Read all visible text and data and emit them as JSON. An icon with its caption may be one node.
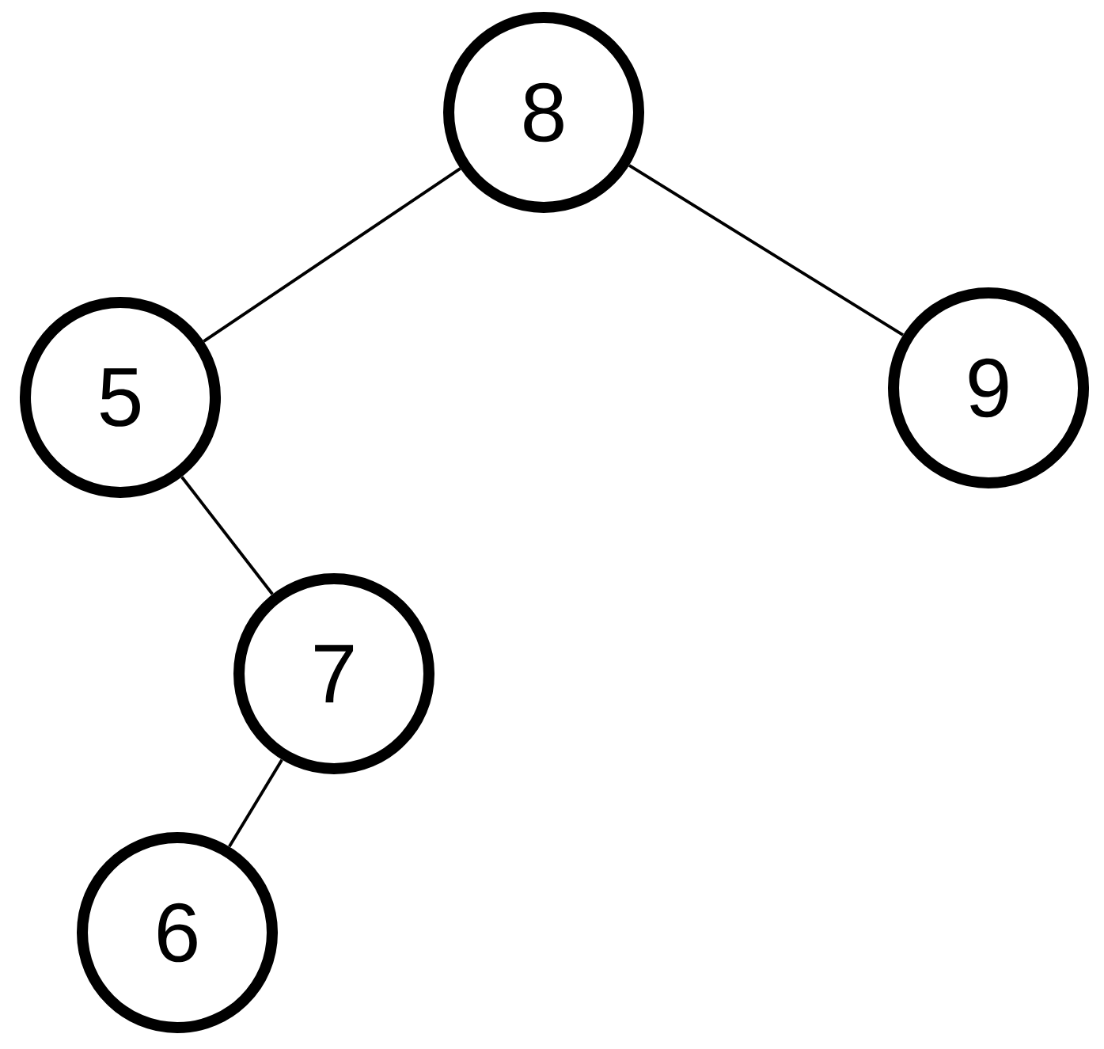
{
  "diagram": {
    "nodes": [
      {
        "text": [
          "8"
        ]
      },
      {
        "text": [
          "5"
        ]
      },
      {
        "text": [
          "9"
        ]
      },
      {
        "text": [
          "7"
        ]
      },
      {
        "text": [
          "6"
        ]
      }
    ],
    "edges": [
      {
        "from": 0,
        "to": 1,
        "arrow": "none"
      },
      {
        "from": 0,
        "to": 2,
        "arrow": "none"
      },
      {
        "from": 1,
        "to": 3,
        "arrow": "none"
      },
      {
        "from": 3,
        "to": 4,
        "arrow": "none"
      }
    ]
  }
}
